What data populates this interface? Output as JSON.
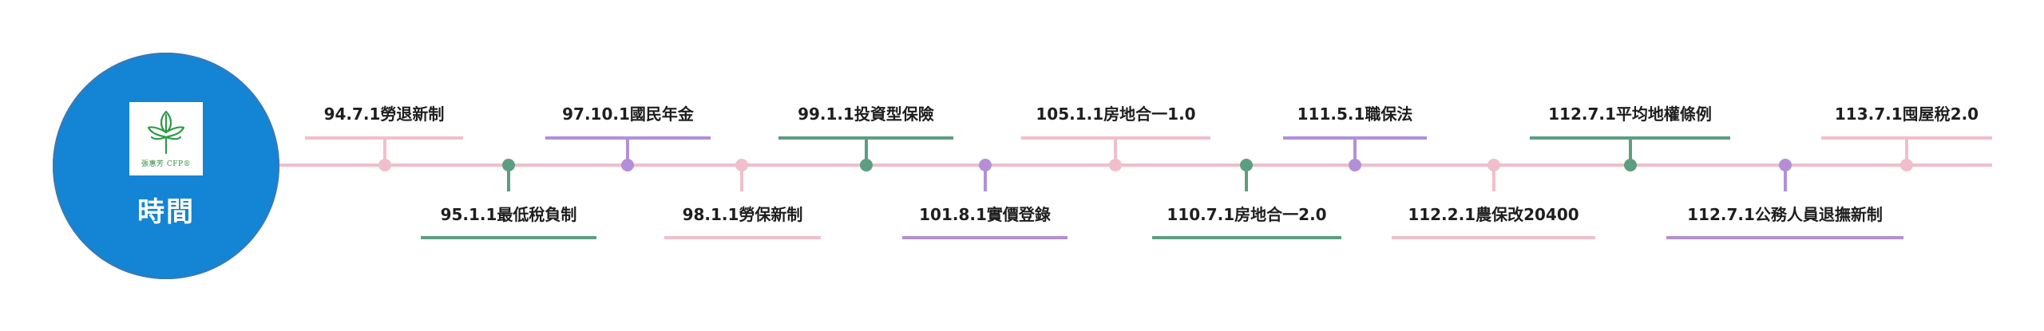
{
  "hub": {
    "title": "時間",
    "logo_text": "張惠芳 CFP®",
    "logo_icon": "leaf-sprout-icon",
    "color": "#1485d4"
  },
  "colors": {
    "pink": "#f0bfcb",
    "green": "#5c9e80",
    "purple": "#b38fd8",
    "line": "#f0bfcb"
  },
  "events": [
    {
      "label": "94.7.1勞退新制",
      "position": "top",
      "color": "pink"
    },
    {
      "label": "95.1.1最低稅負制",
      "position": "bottom",
      "color": "green"
    },
    {
      "label": "97.10.1國民年金",
      "position": "top",
      "color": "purple"
    },
    {
      "label": "98.1.1勞保新制",
      "position": "bottom",
      "color": "pink"
    },
    {
      "label": "99.1.1投資型保險",
      "position": "top",
      "color": "green"
    },
    {
      "label": "101.8.1實價登錄",
      "position": "bottom",
      "color": "purple"
    },
    {
      "label": "105.1.1房地合一1.0",
      "position": "top",
      "color": "pink"
    },
    {
      "label": "110.7.1房地合一2.0",
      "position": "bottom",
      "color": "green"
    },
    {
      "label": "111.5.1職保法",
      "position": "top",
      "color": "purple"
    },
    {
      "label": "112.2.1農保改20400",
      "position": "bottom",
      "color": "pink"
    },
    {
      "label": "112.7.1平均地權條例",
      "position": "top",
      "color": "green"
    },
    {
      "label": "112.7.1公務人員退撫新制",
      "position": "bottom",
      "color": "purple"
    },
    {
      "label": "113.7.1囤屋稅2.0",
      "position": "top",
      "color": "pink"
    }
  ]
}
